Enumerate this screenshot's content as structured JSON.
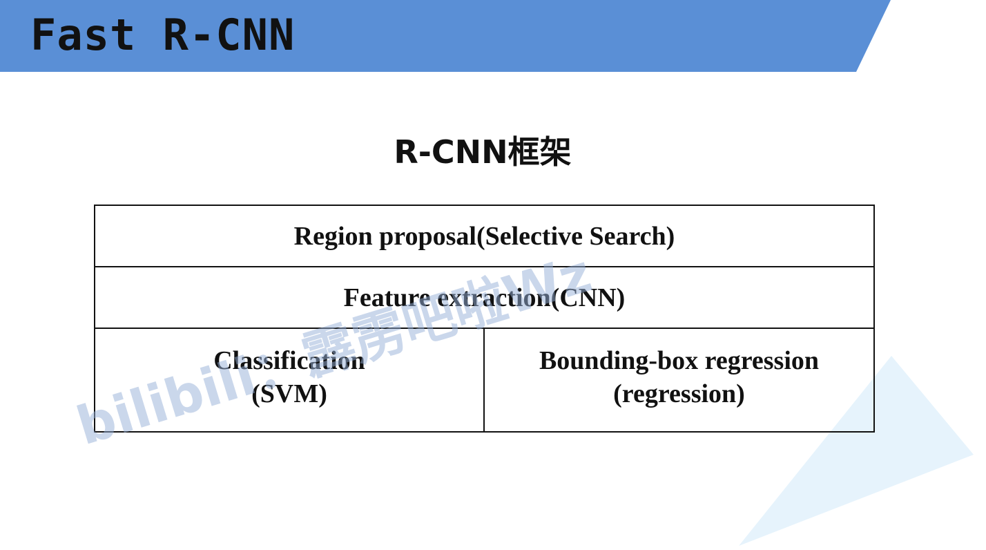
{
  "header": {
    "title": "Fast R-CNN"
  },
  "section_title": "R-CNN框架",
  "framework": {
    "row1": "Region proposal(Selective Search)",
    "row2": "Feature extraction(CNN)",
    "left_cell": {
      "line1": "Classification",
      "line2": "(SVM)"
    },
    "right_cell": {
      "line1": "Bounding-box regression",
      "line2": "(regression)"
    }
  },
  "watermark": "bilibili：霹雳吧啦Wz",
  "colors": {
    "header_band": "#5a8fd6",
    "decoration": "#e6f3fc",
    "text": "#111111"
  }
}
